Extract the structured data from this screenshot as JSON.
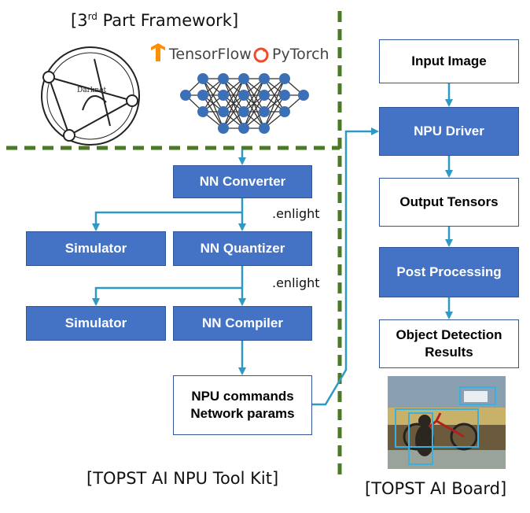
{
  "framework_caption_pre": "[3",
  "framework_caption_sup": "rd",
  "framework_caption_post": " Part Framework]",
  "darknet_label": "Darknet",
  "tensorflow_label": "TensorFlow",
  "pytorch_label": "PyTorch",
  "toolkit": {
    "nn_converter": "NN Converter",
    "enlight_1": ".enlight",
    "simulator_1": "Simulator",
    "nn_quantizer": "NN Quantizer",
    "enlight_2": ".enlight",
    "simulator_2": "Simulator",
    "nn_compiler": "NN Compiler",
    "npu_commands_line1": "NPU commands",
    "npu_commands_line2": "Network params",
    "caption": "[TOPST AI NPU Tool Kit]"
  },
  "board": {
    "input_image": "Input Image",
    "npu_driver": "NPU Driver",
    "output_tensors": "Output Tensors",
    "post_processing": "Post Processing",
    "object_detection_line1": "Object Detection",
    "object_detection_line2": "Results",
    "caption": "[TOPST AI Board]"
  },
  "colors": {
    "box_blue": "#4472c4",
    "arrow": "#2e9ac4",
    "divider": "#4a7a23"
  }
}
